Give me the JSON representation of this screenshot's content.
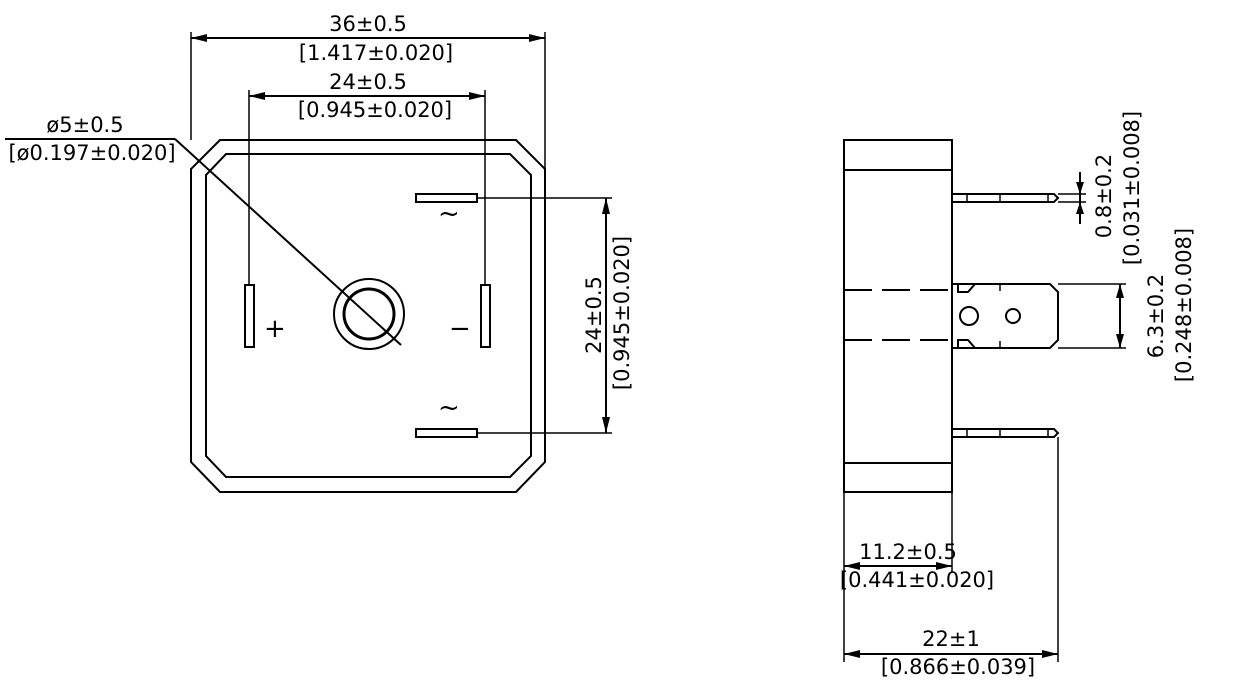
{
  "front_view": {
    "dim_width_total": "36±0.5",
    "dim_width_total_in": "[1.417±0.020]",
    "dim_pin_spacing_h": "24±0.5",
    "dim_pin_spacing_h_in": "[0.945±0.020]",
    "dim_hole": "ø5±0.5",
    "dim_hole_in": "[ø0.197±0.020]",
    "dim_pin_spacing_v": "24±0.5",
    "dim_pin_spacing_v_in": "[0.945±0.020]",
    "symbol_plus": "+",
    "symbol_minus": "−",
    "symbol_ac_top": "~",
    "symbol_ac_bottom": "~"
  },
  "side_view": {
    "dim_terminal_thickness": "0.8±0.2",
    "dim_terminal_thickness_in": "[0.031±0.008]",
    "dim_terminal_width": "6.3±0.2",
    "dim_terminal_width_in": "[0.248±0.008]",
    "dim_body_depth": "11.2±0.5",
    "dim_body_depth_in": "[0.441±0.020]",
    "dim_total_depth": "22±1",
    "dim_total_depth_in": "[0.866±0.039]"
  }
}
